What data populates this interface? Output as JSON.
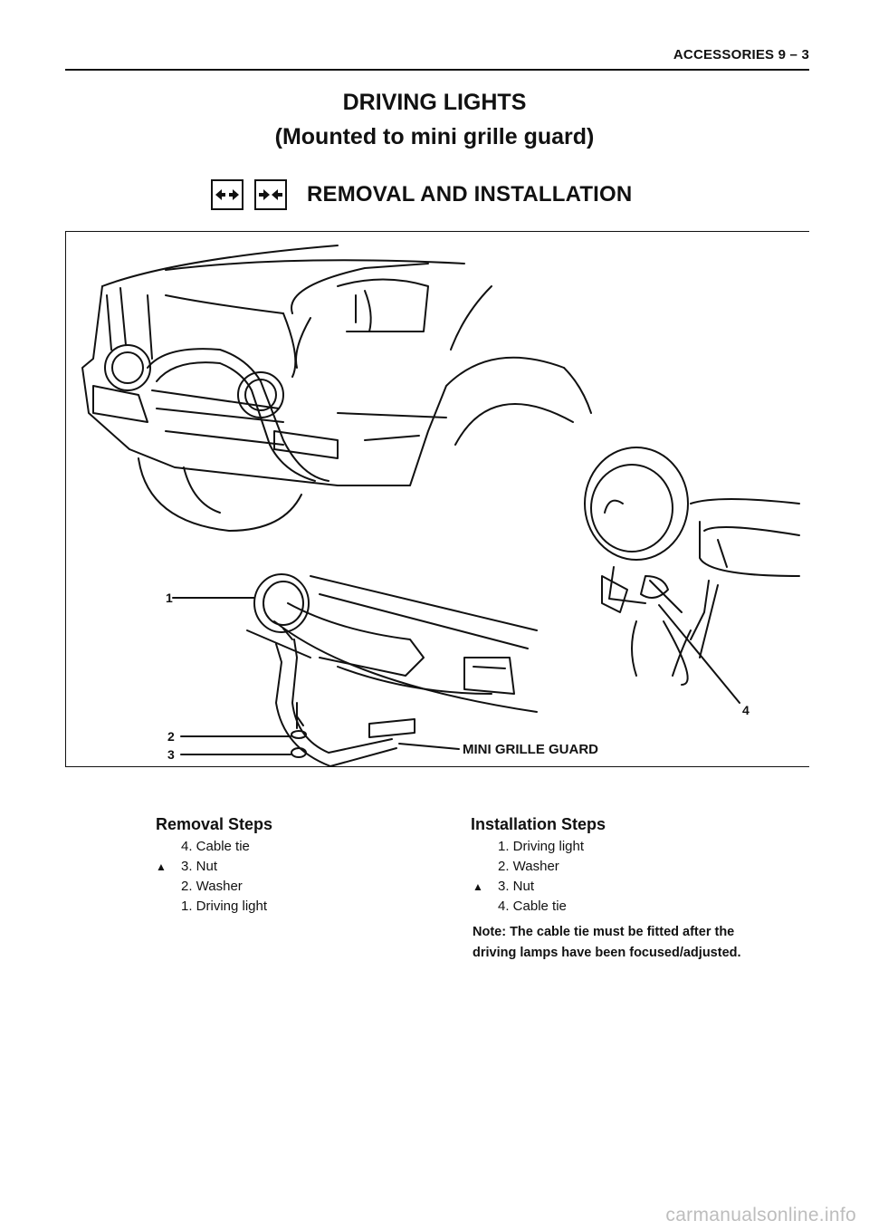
{
  "header": {
    "text": "ACCESSORIES 9 – 3"
  },
  "title": "DRIVING LIGHTS",
  "subtitle": "(Mounted to mini grille guard)",
  "section": {
    "title": "REMOVAL AND INSTALLATION",
    "icons": [
      "removal-icon",
      "installation-icon"
    ]
  },
  "figure": {
    "callouts": [
      "1",
      "2",
      "3",
      "4"
    ],
    "mini_grille_guard": "MINI GRILLE GUARD"
  },
  "removal": {
    "title": "Removal Steps",
    "steps": [
      {
        "text": "4. Cable tie",
        "marker": ""
      },
      {
        "text": "3. Nut",
        "marker": "▲"
      },
      {
        "text": "2. Washer",
        "marker": ""
      },
      {
        "text": "1. Driving light",
        "marker": ""
      }
    ]
  },
  "installation": {
    "title": "Installation Steps",
    "steps": [
      {
        "text": "1. Driving light",
        "marker": ""
      },
      {
        "text": "2. Washer",
        "marker": ""
      },
      {
        "text": "3. Nut",
        "marker": "▲"
      },
      {
        "text": "4. Cable tie",
        "marker": ""
      }
    ],
    "note": "Note: The cable tie must be fitted after the driving lamps have been focused/adjusted."
  },
  "watermark": "carmanualsonline.info"
}
